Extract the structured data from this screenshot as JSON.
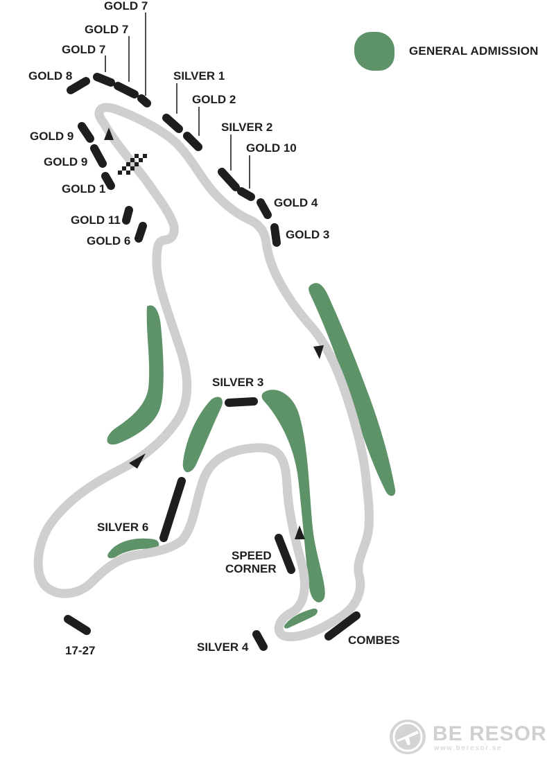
{
  "legend": {
    "label": "GENERAL ADMISSION",
    "color": "#5e9268"
  },
  "labels": {
    "gold7_top": "GOLD 7",
    "gold7_mid": "GOLD 7",
    "gold7_low": "GOLD 7",
    "gold8": "GOLD 8",
    "silver1": "SILVER 1",
    "gold2": "GOLD 2",
    "silver2": "SILVER 2",
    "gold10": "GOLD 10",
    "gold4": "GOLD 4",
    "gold3": "GOLD 3",
    "gold9_a": "GOLD 9",
    "gold9_b": "GOLD 9",
    "gold1": "GOLD 1",
    "gold11": "GOLD 11",
    "gold6": "GOLD 6",
    "silver3": "SILVER 3",
    "silver6": "SILVER 6",
    "speed_corner_1": "SPEED",
    "speed_corner_2": "CORNER",
    "combes": "COMBES",
    "silver4": "SILVER 4",
    "range_17_27": "17-27"
  },
  "colors": {
    "track": "#cfcfcf",
    "grandstand": "#1e1e1e",
    "general_admission": "#5e9268"
  },
  "watermark": {
    "brand": "BE RESOR",
    "url": "www.beresor.se"
  }
}
